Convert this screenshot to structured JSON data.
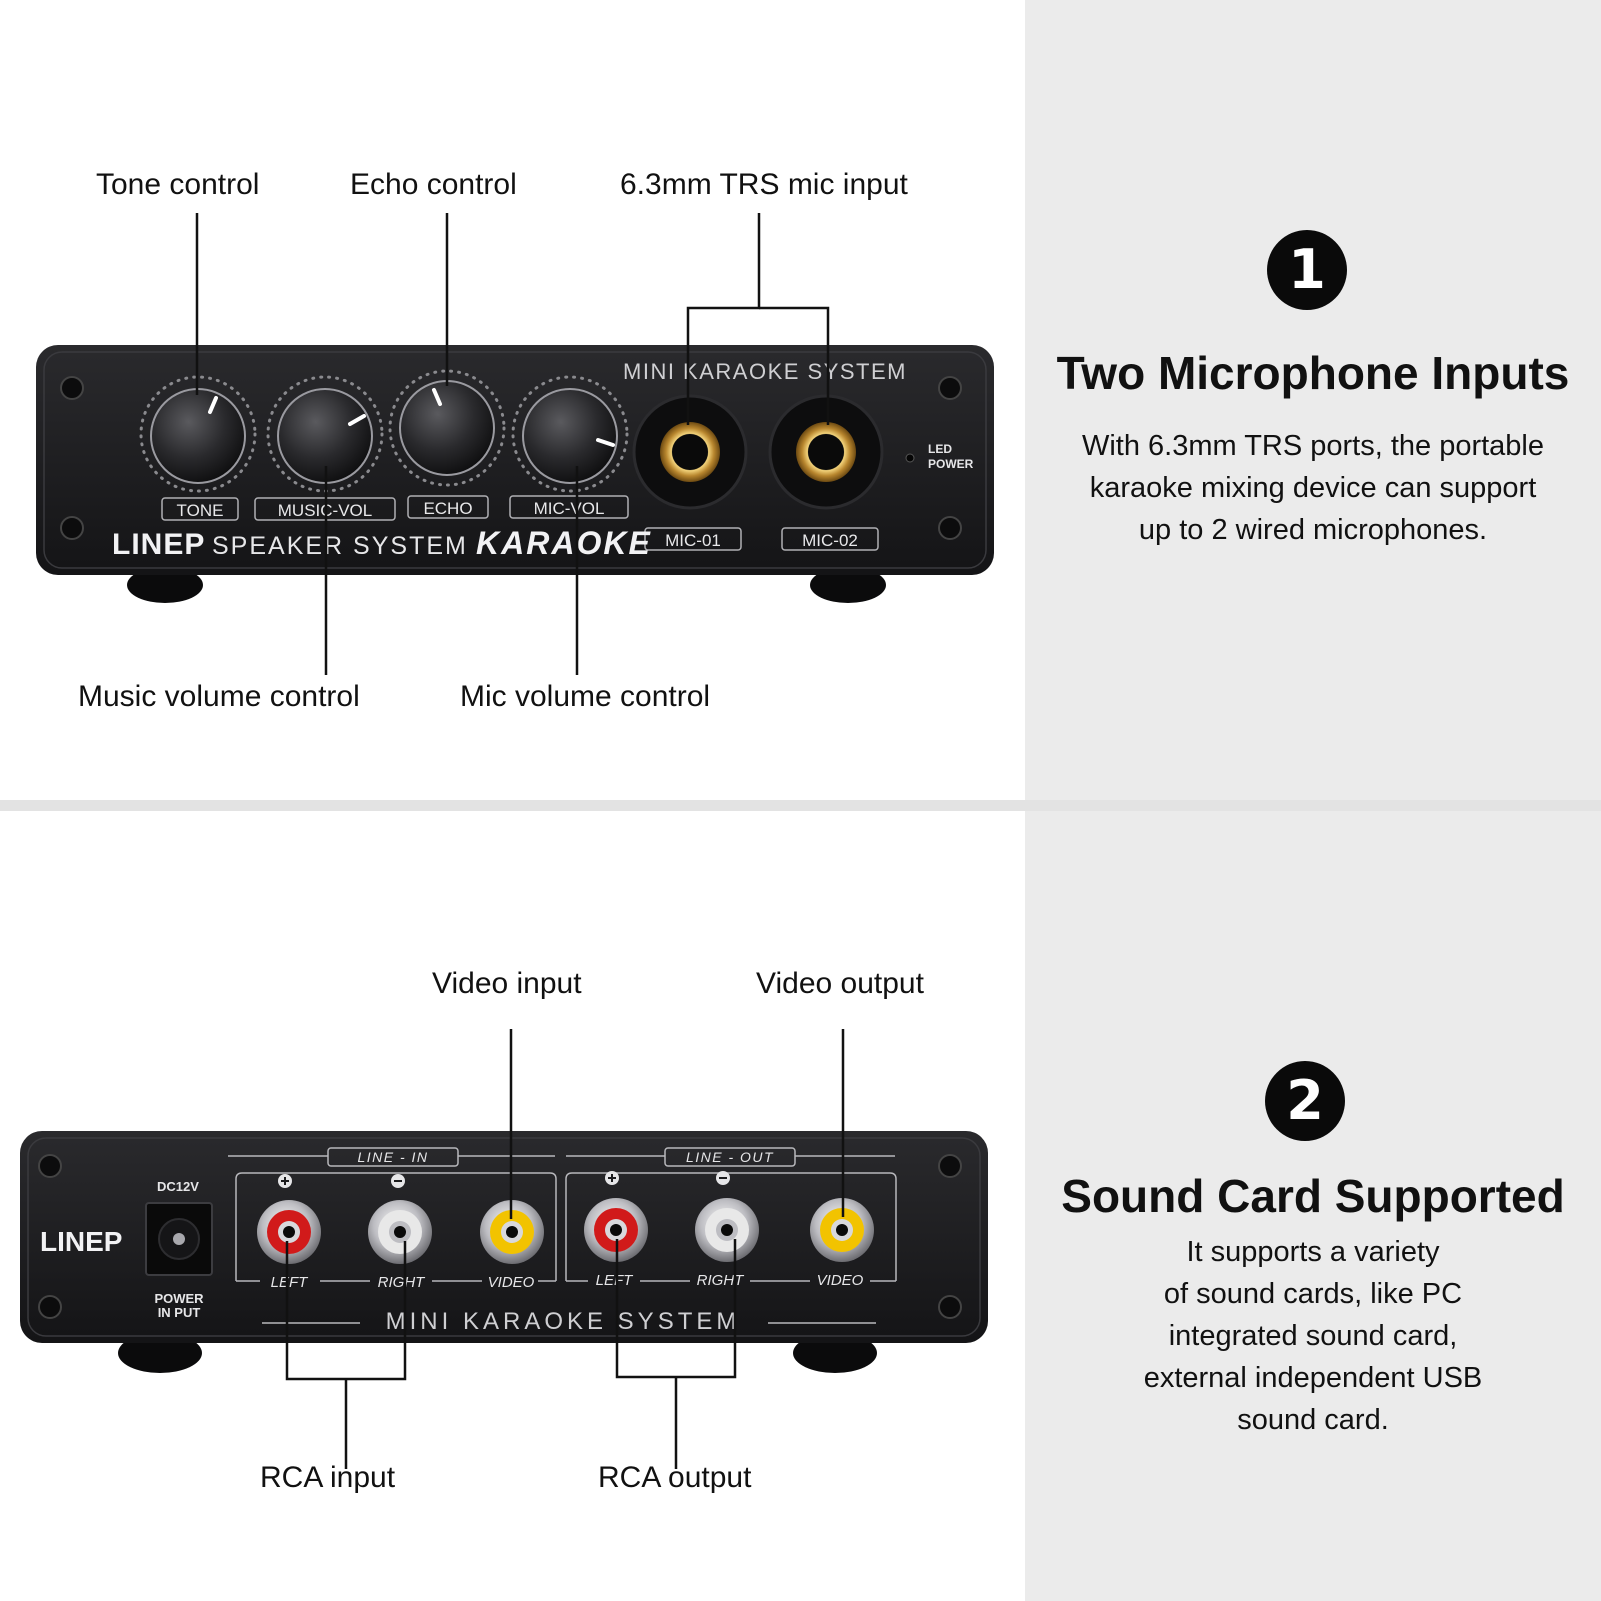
{
  "front_panel": {
    "callouts": {
      "tone": "Tone control",
      "echo": "Echo control",
      "mic_input": "6.3mm TRS mic input",
      "music_volume": "Music volume control",
      "mic_volume": "Mic volume control"
    },
    "device_labels": {
      "series": "MINI KARAOKE SYSTEM",
      "tone": "TONE",
      "music_vol": "MUSIC-VOL",
      "echo": "ECHO",
      "mic_vol": "MIC-VOL",
      "mic1": "MIC-01",
      "mic2": "MIC-02",
      "led": "LED",
      "power": "POWER",
      "brand": "LINEP",
      "speaker_system": "SPEAKER SYSTEM",
      "karaoke": "KARAOKE"
    }
  },
  "back_panel": {
    "callouts": {
      "video_input": "Video input",
      "video_output": "Video output",
      "rca_input": "RCA input",
      "rca_output": "RCA output"
    },
    "device_labels": {
      "brand": "LINEP",
      "dc": "DC12V",
      "power": "POWER",
      "input": "IN PUT",
      "line_in": "LINE - IN",
      "line_out": "LINE - OUT",
      "left": "LEFT",
      "right": "RIGHT",
      "video": "VIDEO",
      "series": "MINI KARAOKE SYSTEM"
    }
  },
  "features": [
    {
      "number": "1",
      "title": "Two Microphone Inputs",
      "description": [
        "With 6.3mm TRS ports, the portable",
        "karaoke mixing device can support",
        "up to 2 wired microphones."
      ]
    },
    {
      "number": "2",
      "title": "Sound Card Supported",
      "description": [
        "It supports a variety",
        "of sound cards, like PC",
        "integrated sound card,",
        "external independent USB",
        "sound card."
      ]
    }
  ],
  "colors": {
    "panel_background": "#ebebeb",
    "device_body": "#1c1c1e",
    "rca_red": "#d11a1a",
    "rca_white": "#e8e8e8",
    "rca_yellow": "#f2c300",
    "jack_gold": "#c99a3a"
  }
}
